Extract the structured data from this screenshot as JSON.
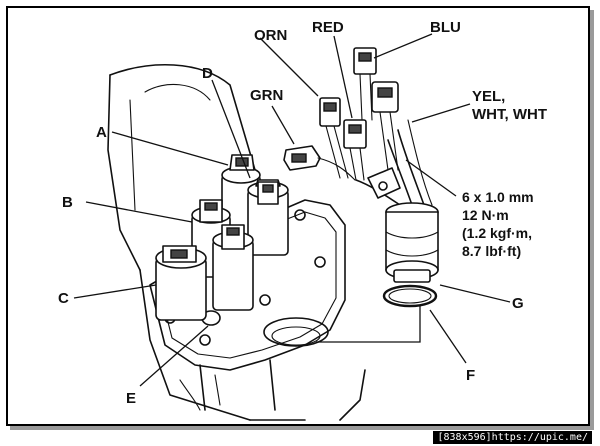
{
  "callouts": {
    "A": "A",
    "B": "B",
    "C": "C",
    "D": "D",
    "E": "E",
    "F": "F",
    "G": "G"
  },
  "wires": {
    "orn": "ORN",
    "red": "RED",
    "blu": "BLU",
    "grn": "GRN",
    "yel_line1": "YEL,",
    "yel_line2": "WHT, WHT"
  },
  "torque_spec": {
    "line1": "6 x 1.0 mm",
    "line2": "12 N·m",
    "line3": "(1.2 kgf·m,",
    "line4": "8.7 lbf·ft)"
  },
  "watermark": "[838x596]https://upic.me/"
}
